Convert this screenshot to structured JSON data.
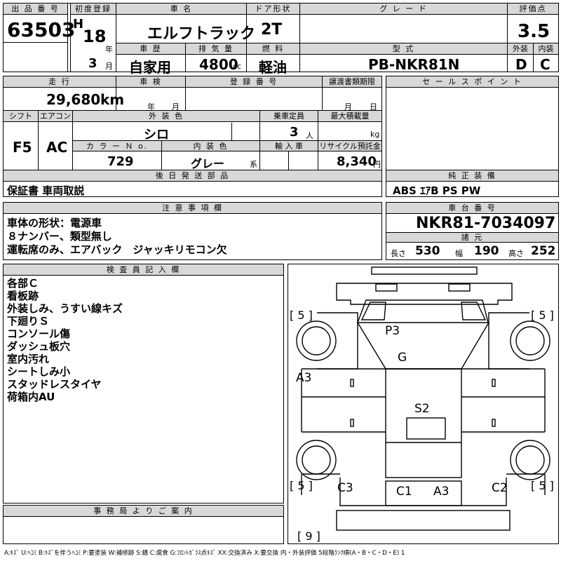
{
  "labels": {
    "lot_no": "出 品 番 号",
    "first_reg": "初度登録",
    "car_name": "車 名",
    "door": "ドア形状",
    "grade": "グ レ ー ド",
    "score": "評価点",
    "history": "車 歴",
    "displacement": "排 気 量",
    "fuel": "燃 料",
    "model": "型 式",
    "exterior": "外装",
    "interior": "内装",
    "mileage": "走 行",
    "inspection": "車 検",
    "reg_no": "登 録 番 号",
    "transfer_deadline": "譲渡書類期限",
    "sales_point": "セ ー ル ス ポ イ ン ト",
    "shift": "シフト",
    "aircon": "エアコン",
    "ext_color": "外 装 色",
    "capacity": "乗車定員",
    "max_load": "最大積載量",
    "color_no": "カ ラ ー Ｎ o.",
    "int_color": "内 装 色",
    "import": "輸 入 車",
    "recycle": "リサイクル預託金",
    "later_parts": "後 日 発 送 部 品",
    "genuine_equipment": "純 正 装 備",
    "caution": "注 意 事 項 欄",
    "chassis_no": "車 台 番 号",
    "dimensions": "諸 元",
    "inspector": "検 査 員 記 入 欄",
    "office_notice": "事 務 局 よ り ご 案 内"
  },
  "lot_no": "63503",
  "era": "H",
  "year": "18",
  "year_unit": "年",
  "month": "3",
  "month_unit": "月",
  "car_name": "エルフトラック",
  "door": "2T",
  "grade": "",
  "score": "3.5",
  "history": "自家用",
  "displacement": "4800",
  "displacement_unit": "cc",
  "fuel": "軽油",
  "model": "PB-NKR81N",
  "exterior_score": "D",
  "interior_score": "C",
  "mileage": "29,680",
  "mileage_unit": "km",
  "inspection_year_unit": "年",
  "inspection_month_unit": "月",
  "transfer_month_unit": "月",
  "transfer_day_unit": "日",
  "shift": "F5",
  "aircon": "AC",
  "ext_color": "シロ",
  "capacity": "3",
  "capacity_unit": "人",
  "max_load_unit": "kg",
  "color_no": "729",
  "int_color": "グレー",
  "int_color_suffix": "系",
  "recycle": "8,340",
  "recycle_unit": "円",
  "later_parts": "保証書 車両取説",
  "genuine_equipment": "ABS ｴｱB PS PW",
  "caution_lines": [
    "車体の形状：電源車",
    "８ナンバー、類型無し",
    "運転席のみ、エアバック　ジャッキリモコン欠"
  ],
  "chassis_no": "NKR81-7034097",
  "dim_length_label": "長さ",
  "dim_length": "530",
  "dim_width_label": "幅",
  "dim_width": "190",
  "dim_height_label": "高さ",
  "dim_height": "252",
  "inspector_notes": [
    "各部Ｃ",
    "看板跡",
    "外装しみ、うすい線キズ",
    "下廻りＳ",
    "コンソール傷",
    "ダッシュ板穴",
    "室内汚れ",
    "シートしみ小",
    "スタッドレスタイヤ",
    "荷箱内AU"
  ],
  "diagram_marks": {
    "P3": "P3",
    "G": "G",
    "A3_left": "A3",
    "S2": "S2",
    "C3": "C3",
    "C1": "C1",
    "A3_rear": "A3",
    "C2": "C2",
    "tire_fl": "[ 5 ]",
    "tire_fr": "[ 5 ]",
    "tire_rl": "[ 5 ]",
    "tire_rr": "[ 5 ]",
    "spare": "[ 9 ]"
  },
  "legend": "A:ｷｽﾞ U:ﾍｺﾐ B:ｷｽﾞを伴うﾍｺﾐ P:要塗装 W:補修跡 S:錆 C:腐食 G:ﾌﾛﾝﾄｶﾞﾗｽ点ｷｽﾞ XX:交換済み X:要交換 内・外装評価 5段階ﾗﾝｸ順(A・B・C・D・E) 1"
}
